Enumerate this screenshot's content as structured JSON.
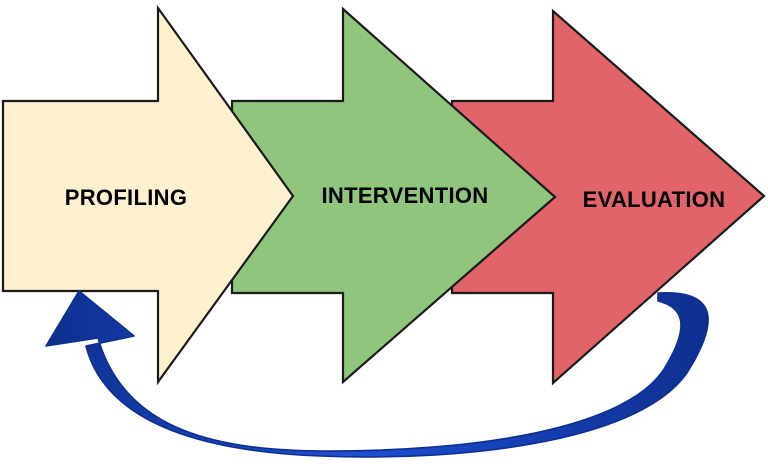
{
  "diagram": {
    "type": "process-flow",
    "stages": [
      {
        "label": "PROFILING",
        "color": "#FFF0CF"
      },
      {
        "label": "INTERVENTION",
        "color": "#8FC57C"
      },
      {
        "label": "EVALUATION",
        "color": "#E0646A"
      }
    ],
    "feedback_arrow": {
      "from": "EVALUATION",
      "to": "PROFILING",
      "color": "#1F4FD6",
      "color_dark": "#0E2F8E"
    },
    "outline_color": "#1a1a1a"
  }
}
